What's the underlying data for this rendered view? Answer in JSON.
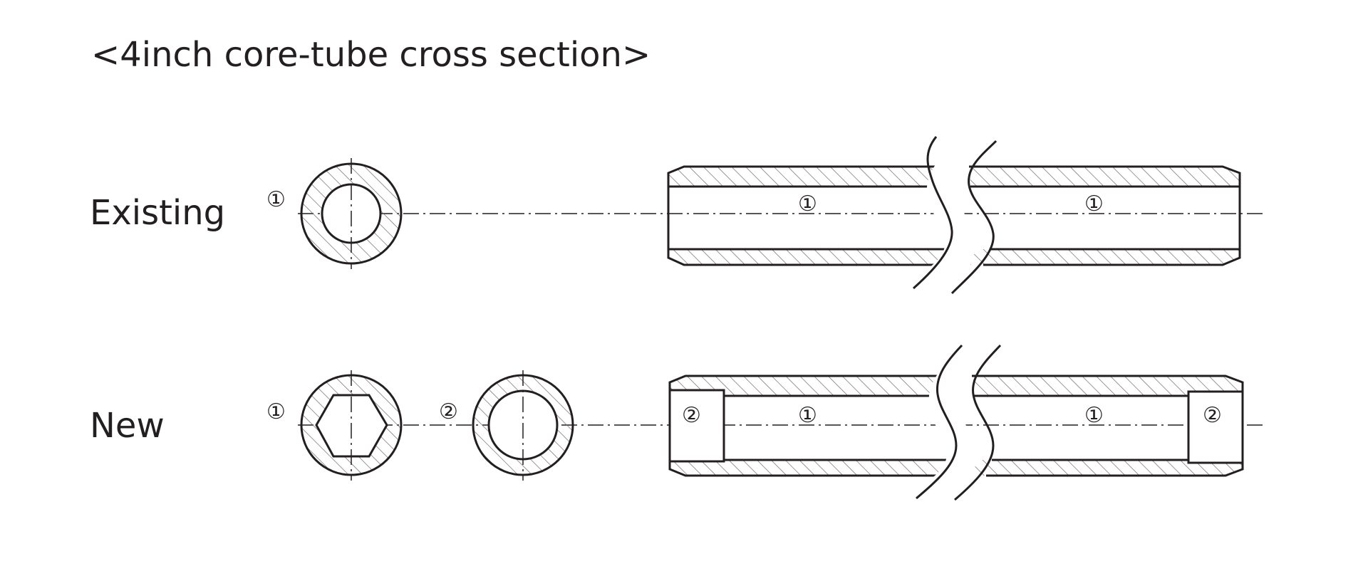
{
  "title": "<4inch core-tube cross section>",
  "rows": {
    "existing": {
      "label": "Existing",
      "section_marks": [
        "①"
      ],
      "tube_marks": [
        "①",
        "①"
      ]
    },
    "new": {
      "label": "New",
      "section_marks": [
        "①",
        "②"
      ],
      "tube_marks": [
        "②",
        "①",
        "①",
        "②"
      ]
    }
  },
  "colors": {
    "ink": "#231f20",
    "hatch": "#8a8a8a",
    "background": "#ffffff"
  }
}
